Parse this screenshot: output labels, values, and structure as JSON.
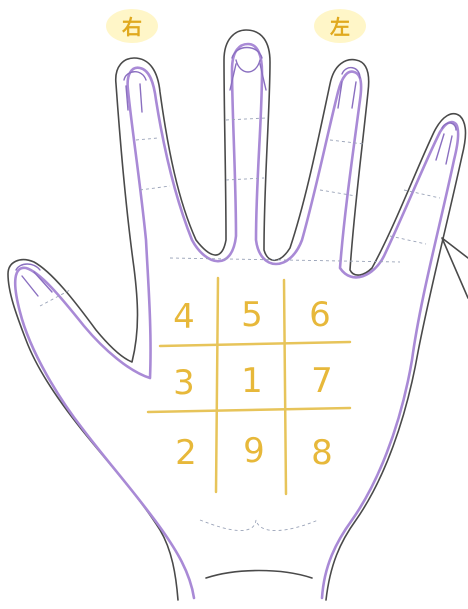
{
  "labels": {
    "right": "右",
    "left": "左"
  },
  "grid": {
    "rows": [
      [
        "4",
        "5",
        "6"
      ],
      [
        "3",
        "1",
        "7"
      ],
      [
        "2",
        "9",
        "8"
      ]
    ]
  },
  "colors": {
    "outline": "#4a4a4a",
    "palm_inner_line": "#a98ad6",
    "grid": "#e7c45a",
    "label": "#e0a91e"
  }
}
